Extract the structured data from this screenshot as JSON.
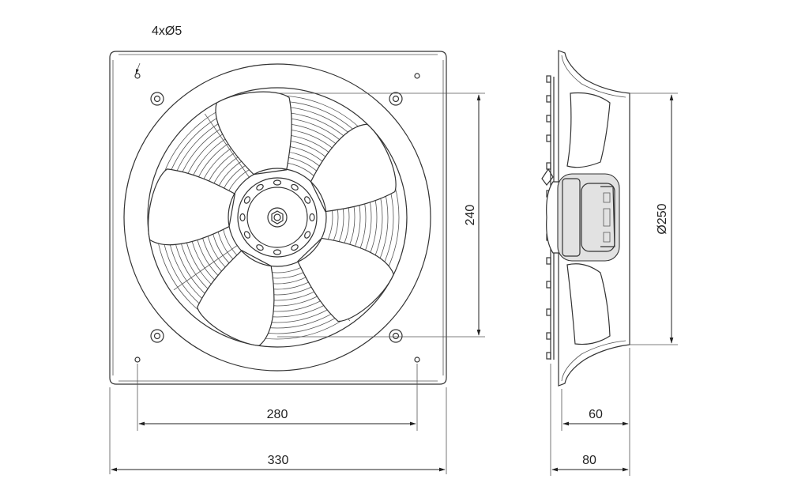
{
  "dimensions": {
    "holes": "4xØ5",
    "hole_spacing": "280",
    "plate_width": "330",
    "height": "240",
    "diameter": "Ø250",
    "depth_60": "60",
    "depth_80": "80"
  },
  "colors": {
    "line": "#222222",
    "fill": "#e2e2e2"
  }
}
